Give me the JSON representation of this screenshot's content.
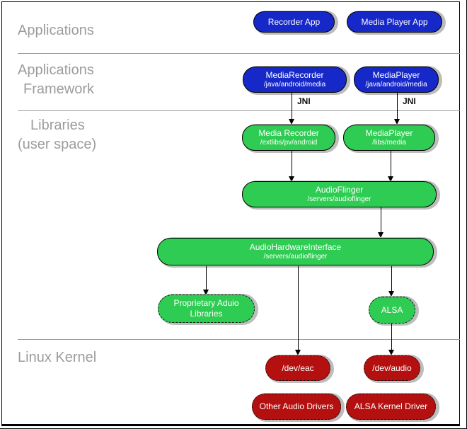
{
  "colors": {
    "blue": "#1628c8",
    "green": "#2ecc52",
    "red": "#b51010",
    "shadow": "#bdbdbd",
    "label_gray": "#9c9c9c",
    "divider_gray": "#999999"
  },
  "layers": {
    "applications": "Applications",
    "framework_line1": "Applications",
    "framework_line2": "Framework",
    "libraries_line1": "Libraries",
    "libraries_line2": "(user space)",
    "kernel": "Linux Kernel"
  },
  "edges": {
    "jni_left": "JNI",
    "jni_right": "JNI"
  },
  "nodes": {
    "recorder_app": {
      "title": "Recorder App"
    },
    "media_player_app": {
      "title": "Media Player App"
    },
    "media_recorder_fw": {
      "title": "MediaRecorder",
      "subtitle": "/java/android/media"
    },
    "media_player_fw": {
      "title": "MediaPlayer",
      "subtitle": "/java/android/media"
    },
    "media_recorder_lib": {
      "title": "Media Recorder",
      "subtitle": "/extlibs/pv/android"
    },
    "media_player_lib": {
      "title": "MediaPlayer",
      "subtitle": "/libs/media"
    },
    "audioflinger": {
      "title": "AudioFlinger",
      "subtitle": "/servers/audioflinger"
    },
    "audio_hardware_interface": {
      "title": "AudioHardwareInterface",
      "subtitle": "/servers/audioflinger"
    },
    "proprietary_audio_libs": {
      "title": "Proprietary Aduio",
      "subtitle": "Libraries"
    },
    "alsa": {
      "title": "ALSA"
    },
    "dev_eac": {
      "title": "/dev/eac"
    },
    "dev_audio": {
      "title": "/dev/audio"
    },
    "other_audio_drivers": {
      "title": "Other Audio Drivers"
    },
    "alsa_kernel_driver": {
      "title": "ALSA Kernel Driver"
    }
  }
}
